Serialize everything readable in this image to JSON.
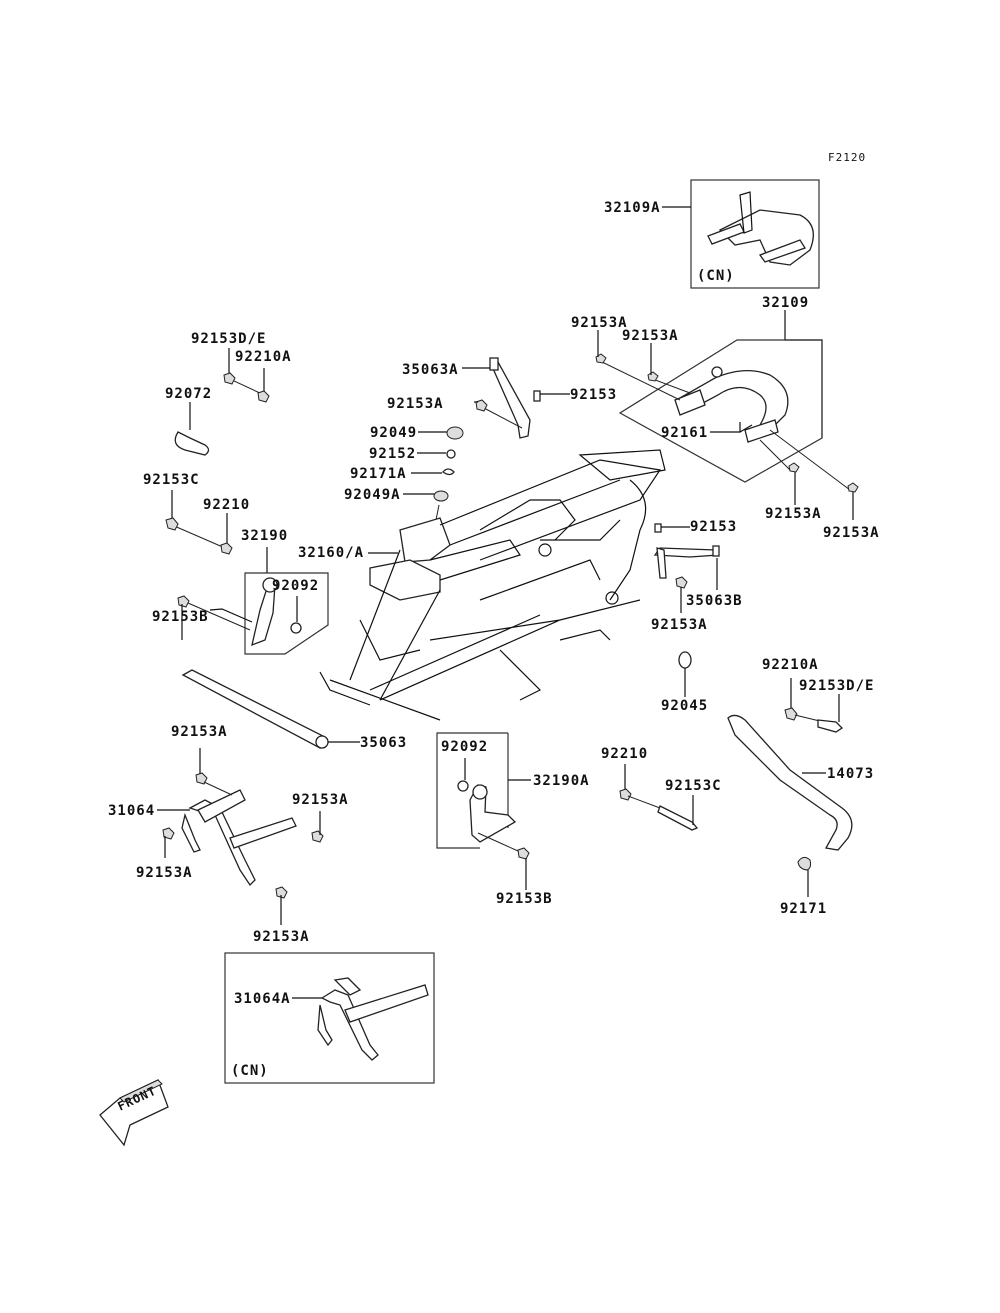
{
  "figure_code": "F2120",
  "front_indicator": "FRONT",
  "variant_note": "(CN)",
  "labels": {
    "l32109A": "32109A",
    "l32109": "32109",
    "l92153A_1": "92153A",
    "l92153A_2": "92153A",
    "l92153DE_1": "92153D/E",
    "l92210A_1": "92210A",
    "l92072": "92072",
    "l35063A": "35063A",
    "l92153A_3": "92153A",
    "l92153_1": "92153",
    "l92049": "92049",
    "l92152": "92152",
    "l92171A": "92171A",
    "l92049A": "92049A",
    "l92161": "92161",
    "l92153A_4": "92153A",
    "l92153A_5": "92153A",
    "l92153C_1": "92153C",
    "l92210_1": "92210",
    "l32190": "32190",
    "l32160A": "32160/A",
    "l92092_1": "92092",
    "l92153B_1": "92153B",
    "l92153_2": "92153",
    "l35063B": "35063B",
    "l92153A_6": "92153A",
    "l92045": "92045",
    "l92210A_2": "92210A",
    "l92153DE_2": "92153D/E",
    "l35063": "35063",
    "l92153A_7": "92153A",
    "l92092_2": "92092",
    "l32190A": "32190A",
    "l92210_2": "92210",
    "l92153C_2": "92153C",
    "l14073": "14073",
    "l31064": "31064",
    "l92153A_8": "92153A",
    "l92153A_9": "92153A",
    "l92153A_10": "92153A",
    "l92153B_2": "92153B",
    "l92171": "92171",
    "l31064A": "31064A",
    "cn_1": "(CN)",
    "cn_2": "(CN)"
  }
}
